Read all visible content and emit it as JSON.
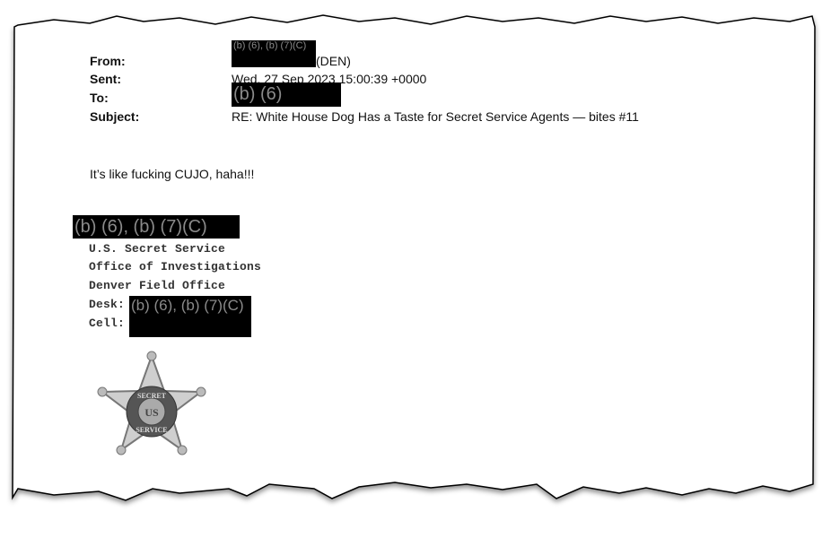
{
  "email": {
    "from_label": "From:",
    "from_redaction": "(b) (6), (b) (7)(C)",
    "from_suffix": "(DEN)",
    "sent_label": "Sent:",
    "sent_value": "Wed, 27 Sep 2023 15:00:39 +0000",
    "to_label": "To:",
    "to_redaction": "(b) (6)",
    "subject_label": "Subject:",
    "subject_value": "RE: White House Dog Has a Taste for Secret Service Agents — bites #11",
    "body": "It’s like fucking CUJO, haha!!!"
  },
  "signature": {
    "name_redaction": "(b) (6), (b) (7)(C)",
    "lines": [
      "U.S. Secret Service",
      "Office of Investigations",
      "Denver Field Office"
    ],
    "desk_label": "Desk:",
    "desk_redaction": "(b) (6), (b) (7)(C)",
    "cell_label": "Cell:"
  },
  "logo": {
    "text_top": "SECRET",
    "text_bottom": "SERVICE",
    "center": "US"
  }
}
